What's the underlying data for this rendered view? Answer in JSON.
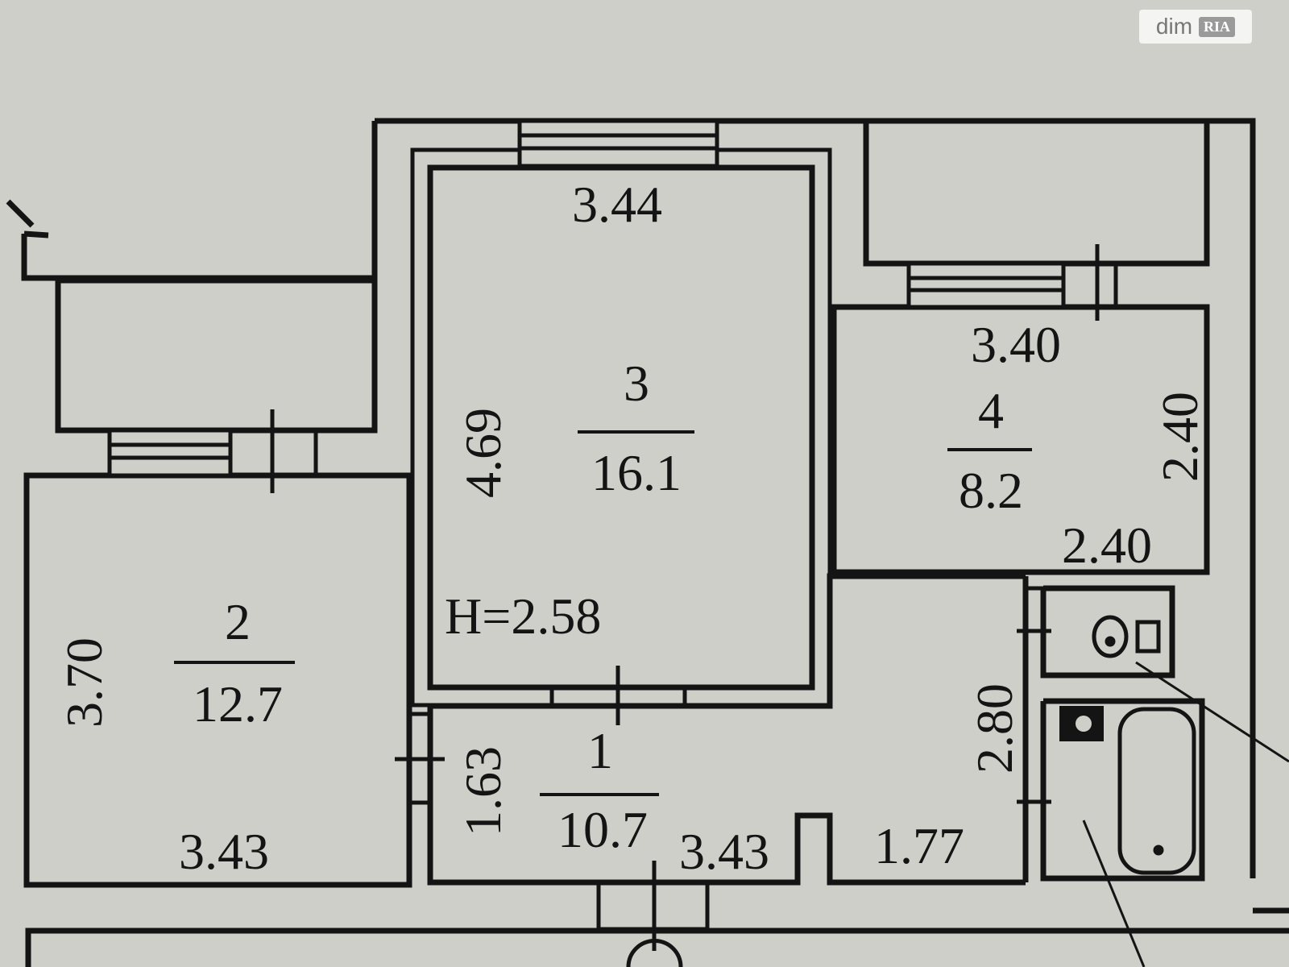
{
  "watermark": {
    "brand": "dim",
    "badge": "RIA"
  },
  "rooms": [
    {
      "id": "1",
      "area": "10.7"
    },
    {
      "id": "2",
      "area": "12.7"
    },
    {
      "id": "3",
      "area": "16.1"
    },
    {
      "id": "4",
      "area": "8.2"
    }
  ],
  "dimensions": {
    "room3_width": "3.44",
    "room3_length": "4.69",
    "room4_width_top": "3.40",
    "room4_height": "2.40",
    "room4_width_bottom": "2.40",
    "room2_length": "3.70",
    "room2_width": "3.43",
    "room1_depth": "1.63",
    "room1_width": "3.43",
    "corridor_width": "1.77",
    "bath_length": "2.80"
  },
  "ceiling_height": "H=2.58",
  "colors": {
    "paper": "#cfcfca",
    "ink": "#141414"
  }
}
